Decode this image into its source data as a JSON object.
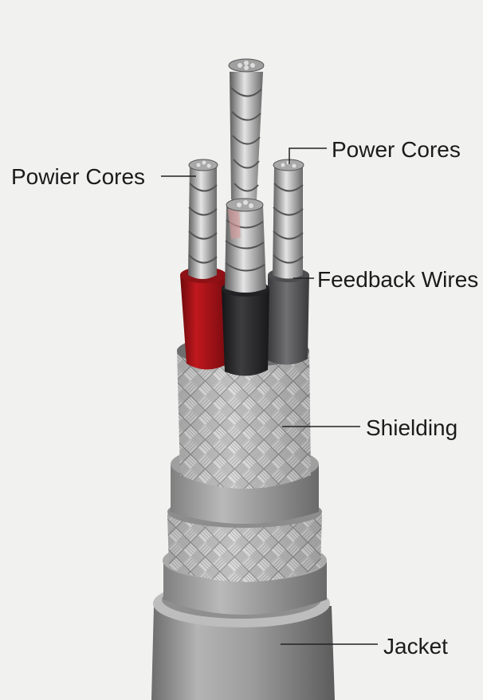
{
  "labels": {
    "power_cores_left": "Powier Cores",
    "power_cores_right": "Power Cores",
    "feedback_wires": "Feedback Wires",
    "shielding": "Shielding",
    "jacket": "Jacket"
  },
  "colors": {
    "background": "#f1f1f0",
    "red_insulation": "#b0161b",
    "black_insulation": "#2b2b2d",
    "grey_insulation": "#555558",
    "jacket": "#9a9a9a",
    "braid": "#c9c9c9",
    "leader_line": "#222222"
  }
}
